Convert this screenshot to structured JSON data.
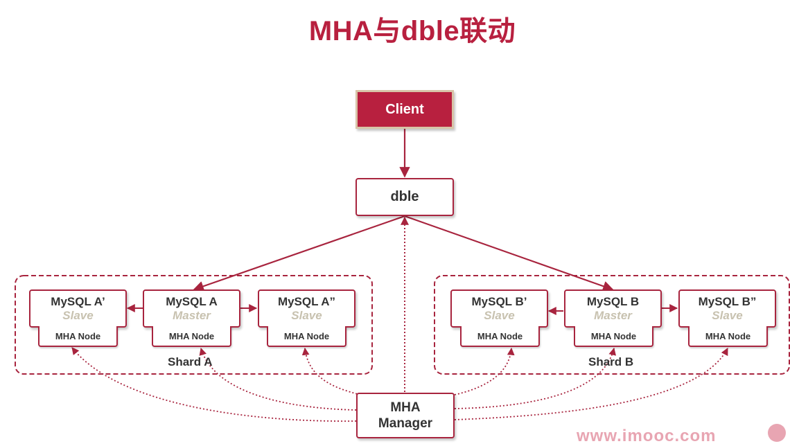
{
  "title": "MHA与dble联动",
  "client": {
    "label": "Client"
  },
  "dble": {
    "label": "dble"
  },
  "manager": {
    "line1": "MHA",
    "line2": "Manager"
  },
  "shards": [
    {
      "label": "Shard A",
      "nodes": [
        {
          "name": "MySQL A’",
          "role": "Slave",
          "node": "MHA Node"
        },
        {
          "name": "MySQL A",
          "role": "Master",
          "node": "MHA Node"
        },
        {
          "name": "MySQL A”",
          "role": "Slave",
          "node": "MHA Node"
        }
      ]
    },
    {
      "label": "Shard B",
      "nodes": [
        {
          "name": "MySQL B’",
          "role": "Slave",
          "node": "MHA Node"
        },
        {
          "name": "MySQL B",
          "role": "Master",
          "node": "MHA Node"
        },
        {
          "name": "MySQL B”",
          "role": "Slave",
          "node": "MHA Node"
        }
      ]
    }
  ],
  "watermark": "www.imooc.com",
  "colors": {
    "accent": "#b8203f",
    "border": "#a8243e",
    "role_text": "#c8c2b0"
  }
}
